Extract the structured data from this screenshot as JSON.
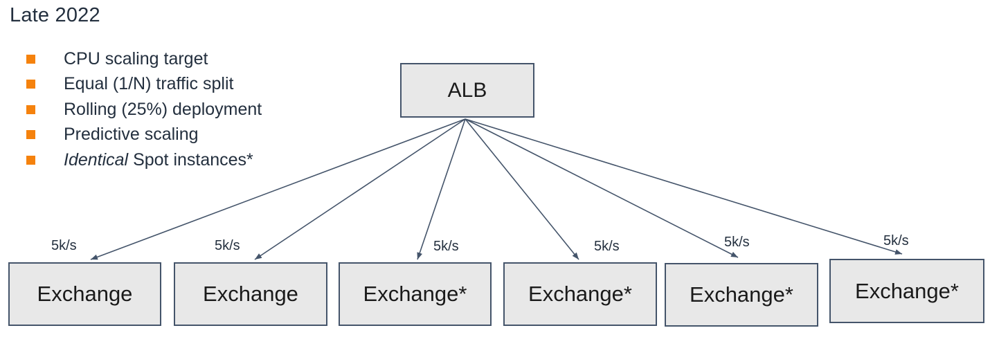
{
  "slide": {
    "title": "Late 2022"
  },
  "notes": {
    "items": [
      {
        "text": "CPU scaling target"
      },
      {
        "text": "Equal (1/N) traffic split"
      },
      {
        "text": "Rolling (25%) deployment"
      },
      {
        "text": "Predictive scaling"
      },
      {
        "em": "Identical",
        "text": " Spot instances*"
      }
    ]
  },
  "diagram": {
    "root": {
      "label": "ALB"
    },
    "targets": [
      {
        "label": "Exchange",
        "rate": "5k/s"
      },
      {
        "label": "Exchange",
        "rate": "5k/s"
      },
      {
        "label": "Exchange*",
        "rate": "5k/s"
      },
      {
        "label": "Exchange*",
        "rate": "5k/s"
      },
      {
        "label": "Exchange*",
        "rate": "5k/s"
      },
      {
        "label": "Exchange*",
        "rate": "5k/s"
      }
    ]
  },
  "colors": {
    "accent_orange": "#F5820D",
    "text_dark": "#232F3E",
    "node_fill": "#E8E8E8",
    "node_border": "#44546A",
    "arrow": "#44546A",
    "node_text": "#1A1A1A"
  }
}
